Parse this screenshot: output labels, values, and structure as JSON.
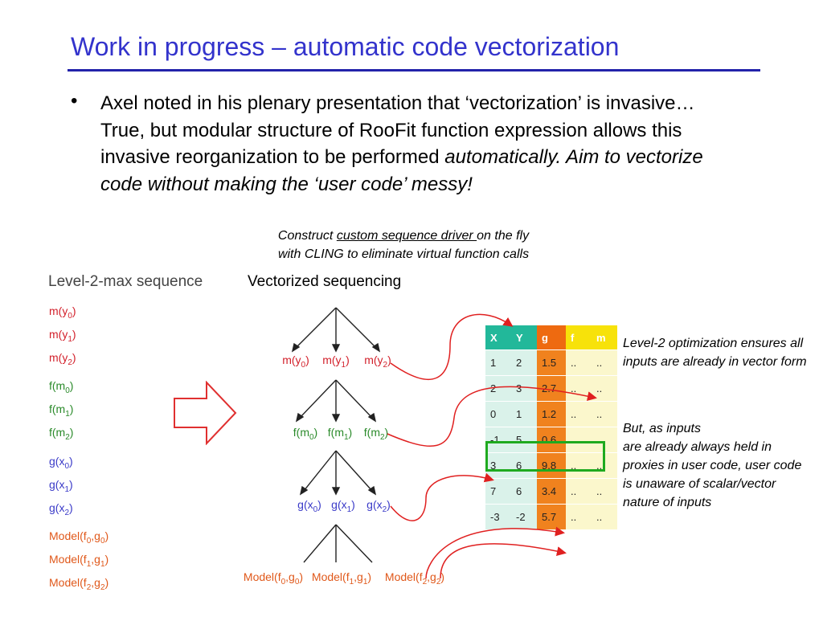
{
  "slide": {
    "title": "Work in progress – automatic code vectorization",
    "bullet_marker": "•",
    "bullet_plain": "Axel noted in his plenary presentation that ‘vectorization’ is invasive… True, but modular structure of RooFit function expression allows this invasive reorganization to be performed ",
    "bullet_italic": "automatically. Aim to vectorize code without making the ‘user code’ messy!",
    "construct_pre": "Construct ",
    "construct_link": "custom sequence driver ",
    "construct_post": "on the fly",
    "construct_line2": "with CLING to eliminate virtual function calls",
    "sequence_title": "Level-2-max sequence",
    "vectorized_title": "Vectorized sequencing",
    "note1": "Level-2 optimization ensures all inputs are already in vector form",
    "note2_line1": "But, as inputs",
    "note2_line2": "are already always held in proxies in user code, user code is unaware of scalar/vector nature of inputs"
  },
  "sequence": {
    "m": [
      [
        "m(y",
        "0",
        ")"
      ],
      [
        "m(y",
        "1",
        ")"
      ],
      [
        "m(y",
        "2",
        ")"
      ]
    ],
    "f": [
      [
        "f(m",
        "0",
        ")"
      ],
      [
        "f(m",
        "1",
        ")"
      ],
      [
        "f(m",
        "2",
        ")"
      ]
    ],
    "g": [
      [
        "g(x",
        "0",
        ")"
      ],
      [
        "g(x",
        "1",
        ")"
      ],
      [
        "g(x",
        "2",
        ")"
      ]
    ],
    "model": [
      [
        "Model(f",
        "0",
        ",g",
        "0",
        ")"
      ],
      [
        "Model(f",
        "1",
        ",g",
        "1",
        ")"
      ],
      [
        "Model(f",
        "2",
        ",g",
        "2",
        ")"
      ]
    ]
  },
  "tree": {
    "m_labels": [
      [
        "m(y",
        "0",
        ")"
      ],
      [
        "m(y",
        "1",
        ")"
      ],
      [
        "m(y",
        "2",
        ")"
      ]
    ],
    "f_labels": [
      [
        "f(m",
        "0",
        ")"
      ],
      [
        "f(m",
        "1",
        ")"
      ],
      [
        "f(m",
        "2",
        ")"
      ]
    ],
    "g_labels": [
      [
        "g(x",
        "0",
        ")"
      ],
      [
        "g(x",
        "1",
        ")"
      ],
      [
        "g(x",
        "2",
        ")"
      ]
    ],
    "model_labels": [
      [
        "Model(f",
        "0",
        ",g",
        "0",
        ")"
      ],
      [
        "Model(f",
        "1",
        ",g",
        "1",
        ")"
      ],
      [
        "Model(f",
        "2",
        ",g",
        "2",
        ")"
      ]
    ]
  },
  "table": {
    "headers": [
      "X",
      "Y",
      "g",
      "f",
      "m"
    ],
    "rows": [
      [
        "1",
        "2",
        "1.5",
        "..",
        ".."
      ],
      [
        "2",
        "3",
        "2.7",
        "..",
        ".."
      ],
      [
        "0",
        "1",
        "1.2",
        "..",
        ".."
      ],
      [
        "-1",
        "5",
        "0.6",
        "..",
        ".."
      ],
      [
        "3",
        "6",
        "9.8",
        "..",
        ".."
      ],
      [
        "7",
        "6",
        "3.4",
        "..",
        ".."
      ],
      [
        "-3",
        "-2",
        "5.7",
        "..",
        ".."
      ]
    ]
  },
  "colors": {
    "title": "#3333cc",
    "red": "#d21f2a",
    "green": "#2a8a2a",
    "blue": "#3a3ac8",
    "orange": "#e0581a",
    "highlight": "#1faa1f"
  }
}
